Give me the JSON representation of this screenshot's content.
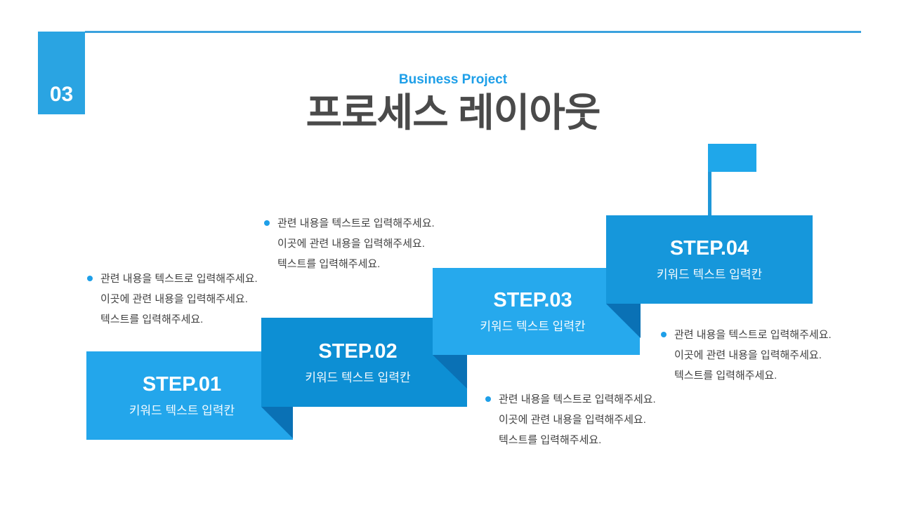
{
  "header": {
    "section_number": "03",
    "subtitle": "Business Project",
    "title": "프로세스 레이아웃"
  },
  "steps": [
    {
      "name": "STEP.01",
      "keyword": "키워드 텍스트 입력칸"
    },
    {
      "name": "STEP.02",
      "keyword": "키워드 텍스트 입력칸"
    },
    {
      "name": "STEP.03",
      "keyword": "키워드 텍스트 입력칸"
    },
    {
      "name": "STEP.04",
      "keyword": "키워드 텍스트 입력칸"
    }
  ],
  "notes": [
    {
      "lines": [
        "관련 내용을 텍스트로 입력해주세요.",
        "이곳에 관련 내용을 입력해주세요.",
        "텍스트를 입력해주세요."
      ]
    },
    {
      "lines": [
        "관련 내용을 텍스트로 입력해주세요.",
        "이곳에 관련 내용을 입력해주세요.",
        "텍스트를 입력해주세요."
      ]
    },
    {
      "lines": [
        "관련 내용을 텍스트로 입력해주세요.",
        "이곳에 관련 내용을 입력해주세요.",
        "텍스트를 입력해주세요."
      ]
    },
    {
      "lines": [
        "관련 내용을 텍스트로 입력해주세요.",
        "이곳에 관련 내용을 입력해주세요.",
        "텍스트를 입력해주세요."
      ]
    }
  ],
  "colors": {
    "top_rule": "#3ba2de",
    "badge": "#2aa4e2",
    "step1": "#23a6eb",
    "step2": "#0d8fd4",
    "step3": "#26a9ed",
    "step4": "#1697db",
    "fold": "#0a71b5",
    "flag": "#1fa7ea",
    "flag_pole": "#1f97d8",
    "bullet": "#1e9fe8"
  }
}
